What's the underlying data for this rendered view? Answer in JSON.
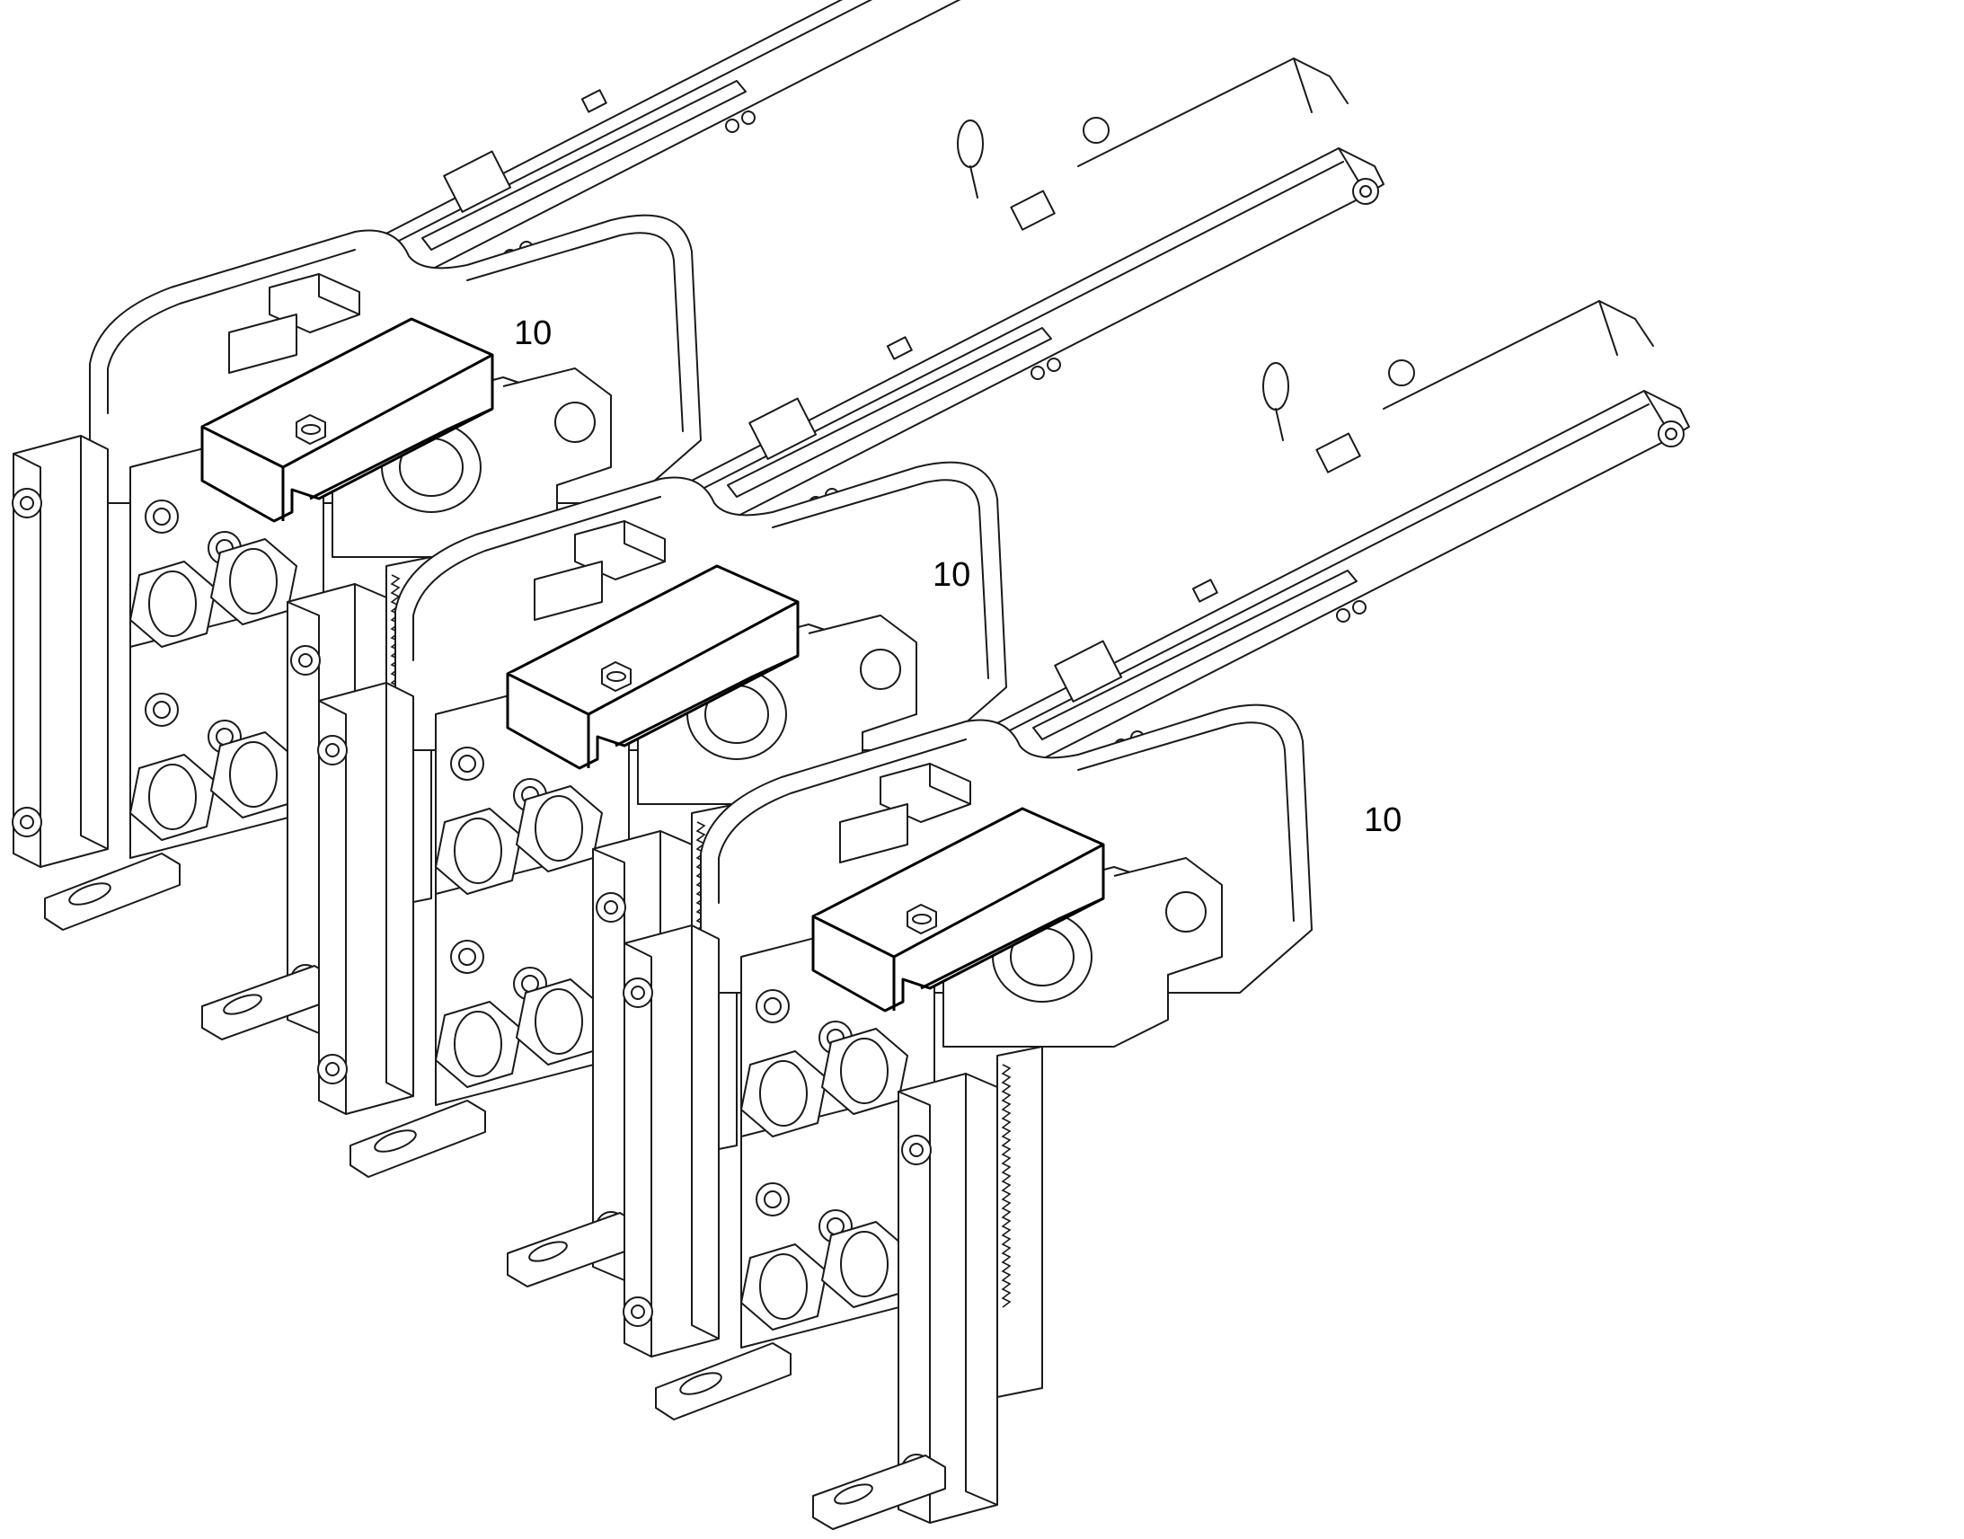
{
  "figure": {
    "reference_numerals": [
      "10",
      "10",
      "10"
    ],
    "line_color": "#1a1a1a",
    "background_color": "#ffffff"
  }
}
